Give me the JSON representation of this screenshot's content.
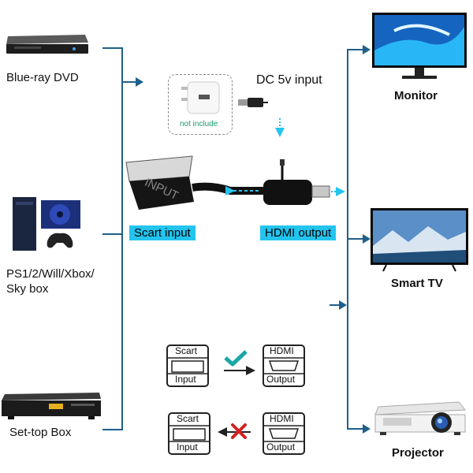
{
  "sources": [
    {
      "label": "Blue-ray DVD",
      "icon": "bluray-player-icon"
    },
    {
      "label": "PS1/2/Will/Xbox/",
      "label2": "Sky box",
      "icon": "game-console-icon"
    },
    {
      "label": "Set-top Box",
      "icon": "set-top-box-icon"
    }
  ],
  "outputs": [
    {
      "label": "Monitor",
      "icon": "monitor-icon"
    },
    {
      "label": "Smart TV",
      "icon": "smart-tv-icon"
    },
    {
      "label": "Projector",
      "icon": "projector-icon"
    }
  ],
  "power": {
    "label": "DC 5v input",
    "adapter_note": "not include"
  },
  "adapter": {
    "scart_text": "INPUT",
    "input_label": "Scart input",
    "output_label": "HDMI output"
  },
  "direction_rows": [
    {
      "from_top": "Scart",
      "from_bottom": "Input",
      "to_top": "HDMI",
      "to_bottom": "Output",
      "status": "check-icon"
    },
    {
      "from_top": "Scart",
      "from_bottom": "Input",
      "to_top": "HDMI",
      "to_bottom": "Output",
      "status": "cross-icon"
    }
  ],
  "colors": {
    "line": "#1f5f8b",
    "accent": "#23c4ee",
    "check": "#1aa6a6",
    "cross": "#d42020"
  }
}
